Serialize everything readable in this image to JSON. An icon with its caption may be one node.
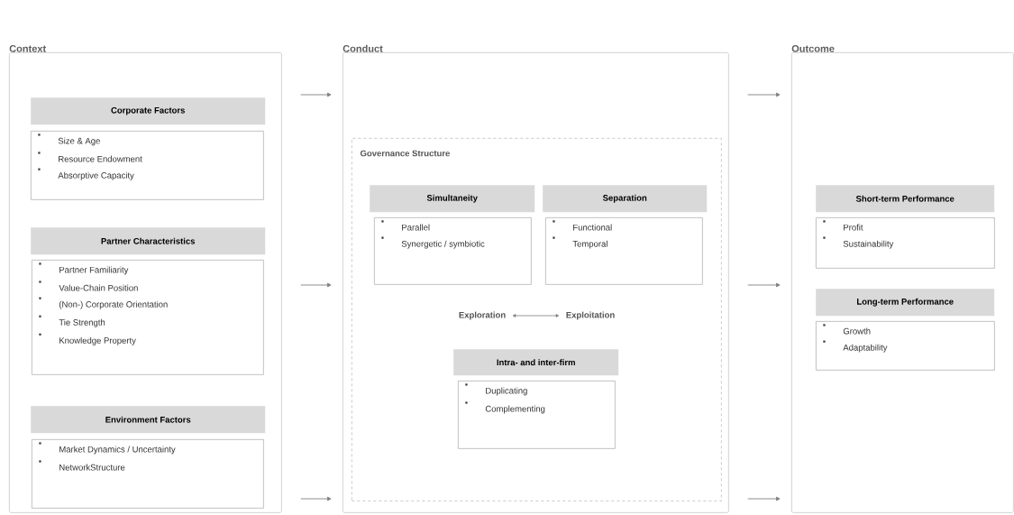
{
  "diagram": {
    "nodes": [
      {
        "text": [
          "Context"
        ]
      },
      {
        "text": [
          "Corporate Factors"
        ],
        "in": 0
      },
      {
        "text": [
          "Size & Age",
          "Resource Endowment",
          "Absorptive Capacity"
        ],
        "in": 0
      },
      {
        "text": [
          "Partner Characteristics"
        ],
        "in": 0
      },
      {
        "text": [
          "Partner Familiarity",
          "Value-Chain Position",
          "(Non-) Corporate Orientation",
          "Tie Strength",
          "Knowledge Property"
        ],
        "in": 0
      },
      {
        "text": [
          "Environment Factors"
        ],
        "in": 0
      },
      {
        "text": [
          "Market Dynamics / Uncertainty",
          "NetworkStructure"
        ],
        "in": 0
      },
      {
        "text": [
          "Conduct"
        ]
      },
      {
        "text": [
          "Governance Structure"
        ],
        "in": 7
      },
      {
        "text": [
          "Simultaneity"
        ],
        "in": 8
      },
      {
        "text": [
          "Parallel",
          "Synergetic / symbiotic"
        ],
        "in": 8
      },
      {
        "text": [
          "Separation"
        ],
        "in": 8
      },
      {
        "text": [
          "Functional",
          "Temporal"
        ],
        "in": 8
      },
      {
        "text": [
          "Exploration"
        ],
        "in": 8
      },
      {
        "text": [
          "Exploitation"
        ],
        "in": 8
      },
      {
        "text": [
          "Intra- and inter-firm"
        ],
        "in": 8
      },
      {
        "text": [
          "Duplicating",
          "Complementing"
        ],
        "in": 8
      },
      {
        "text": [
          "Outcome"
        ]
      },
      {
        "text": [
          "Short-term Performance"
        ],
        "in": 17
      },
      {
        "text": [
          "Profit",
          "Sustainability"
        ],
        "in": 17
      },
      {
        "text": [
          "Long-term Performance"
        ],
        "in": 17
      },
      {
        "text": [
          "Growth",
          "Adaptability"
        ],
        "in": 17
      }
    ],
    "edges": [
      {
        "from": 0,
        "to": 7,
        "arrow": "to"
      },
      {
        "from": 0,
        "to": 7,
        "arrow": "to"
      },
      {
        "from": 0,
        "to": 7,
        "arrow": "to"
      },
      {
        "from": 7,
        "to": 17,
        "arrow": "to"
      },
      {
        "from": 7,
        "to": 17,
        "arrow": "to"
      },
      {
        "from": 7,
        "to": 17,
        "arrow": "to"
      },
      {
        "from": 13,
        "to": 14,
        "arrow": "both"
      }
    ]
  }
}
